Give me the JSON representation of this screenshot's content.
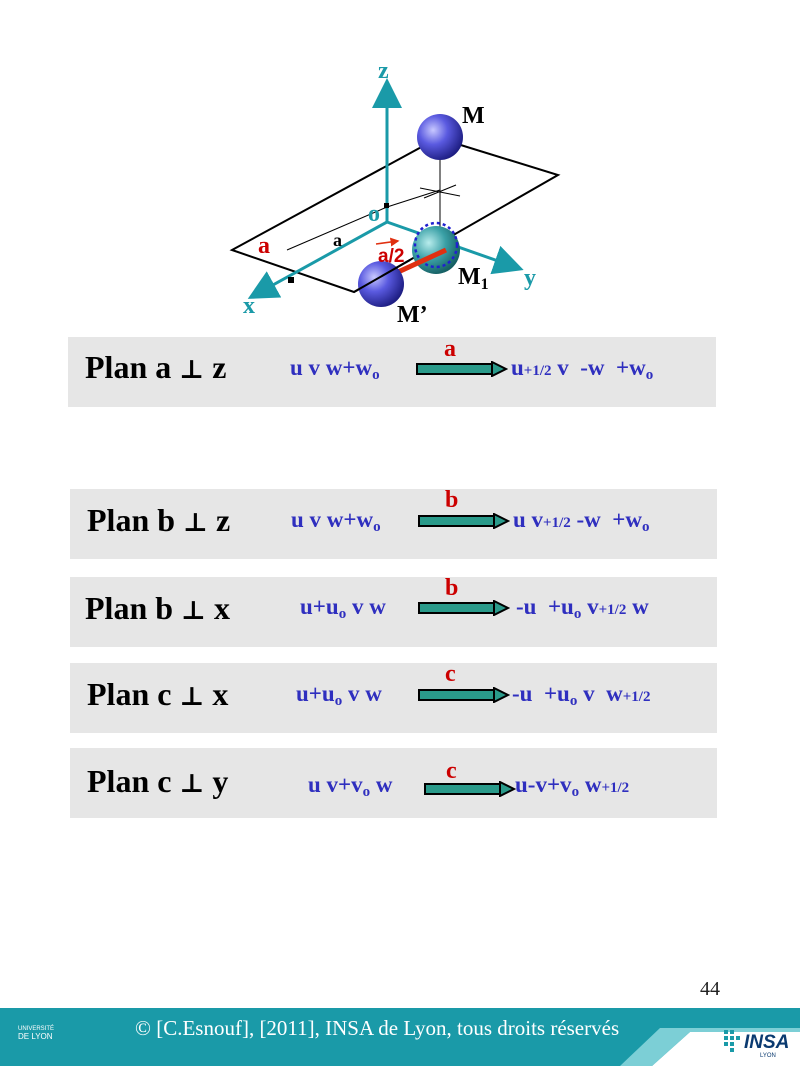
{
  "diagram": {
    "axes": {
      "z": "z",
      "y": "y",
      "x": "x",
      "origin": "o"
    },
    "atoms": {
      "M": "M",
      "M1": "M",
      "M1_sub": "1",
      "Mprime": "M’"
    },
    "labels": {
      "a_red": "a",
      "a_black": "a",
      "a_half": "a/2"
    },
    "colors": {
      "axis": "#1a9aa8",
      "atom": "#4a4ad8",
      "accent": "#e03010",
      "plane": "#000000"
    }
  },
  "rows": [
    {
      "plan": "Plan a",
      "axis": "z",
      "op": "a",
      "left": [
        "u v w+w",
        "o"
      ],
      "right": [
        "u",
        "+1/2",
        " v  -w  +w",
        "o"
      ]
    },
    {
      "plan": "Plan b",
      "axis": "z",
      "op": "b",
      "left": [
        "u v w+w",
        "o"
      ],
      "right": [
        "u v",
        "+1/2",
        " -w  +w",
        "o"
      ]
    },
    {
      "plan": "Plan b",
      "axis": "x",
      "op": "b",
      "left": [
        "u+u",
        "o",
        " v w"
      ],
      "right": [
        "-u  +u",
        "o",
        " v",
        "+1/2",
        " w"
      ]
    },
    {
      "plan": "Plan c",
      "axis": "x",
      "op": "c",
      "left": [
        "u+u",
        "o",
        " v w"
      ],
      "right": [
        "-u  +u",
        "o",
        " v  w",
        "+1/2"
      ]
    },
    {
      "plan": "Plan c",
      "axis": "y",
      "op": "c",
      "left": [
        "u v+v",
        "o",
        " w"
      ],
      "right": [
        "u-v+v",
        "o",
        " w",
        "+1/2"
      ]
    }
  ],
  "perp_symbol": "⊥",
  "page_number": "44",
  "footer": {
    "copyright": "© [C.Esnouf], [2011], INSA de Lyon, tous droits réservés",
    "logo_left": [
      "UNIVERSITÉ",
      "DE LYON"
    ],
    "logo_right": "INSA",
    "logo_right_sub": "LYON",
    "logo_right_icon": "insa-logo-icon"
  }
}
